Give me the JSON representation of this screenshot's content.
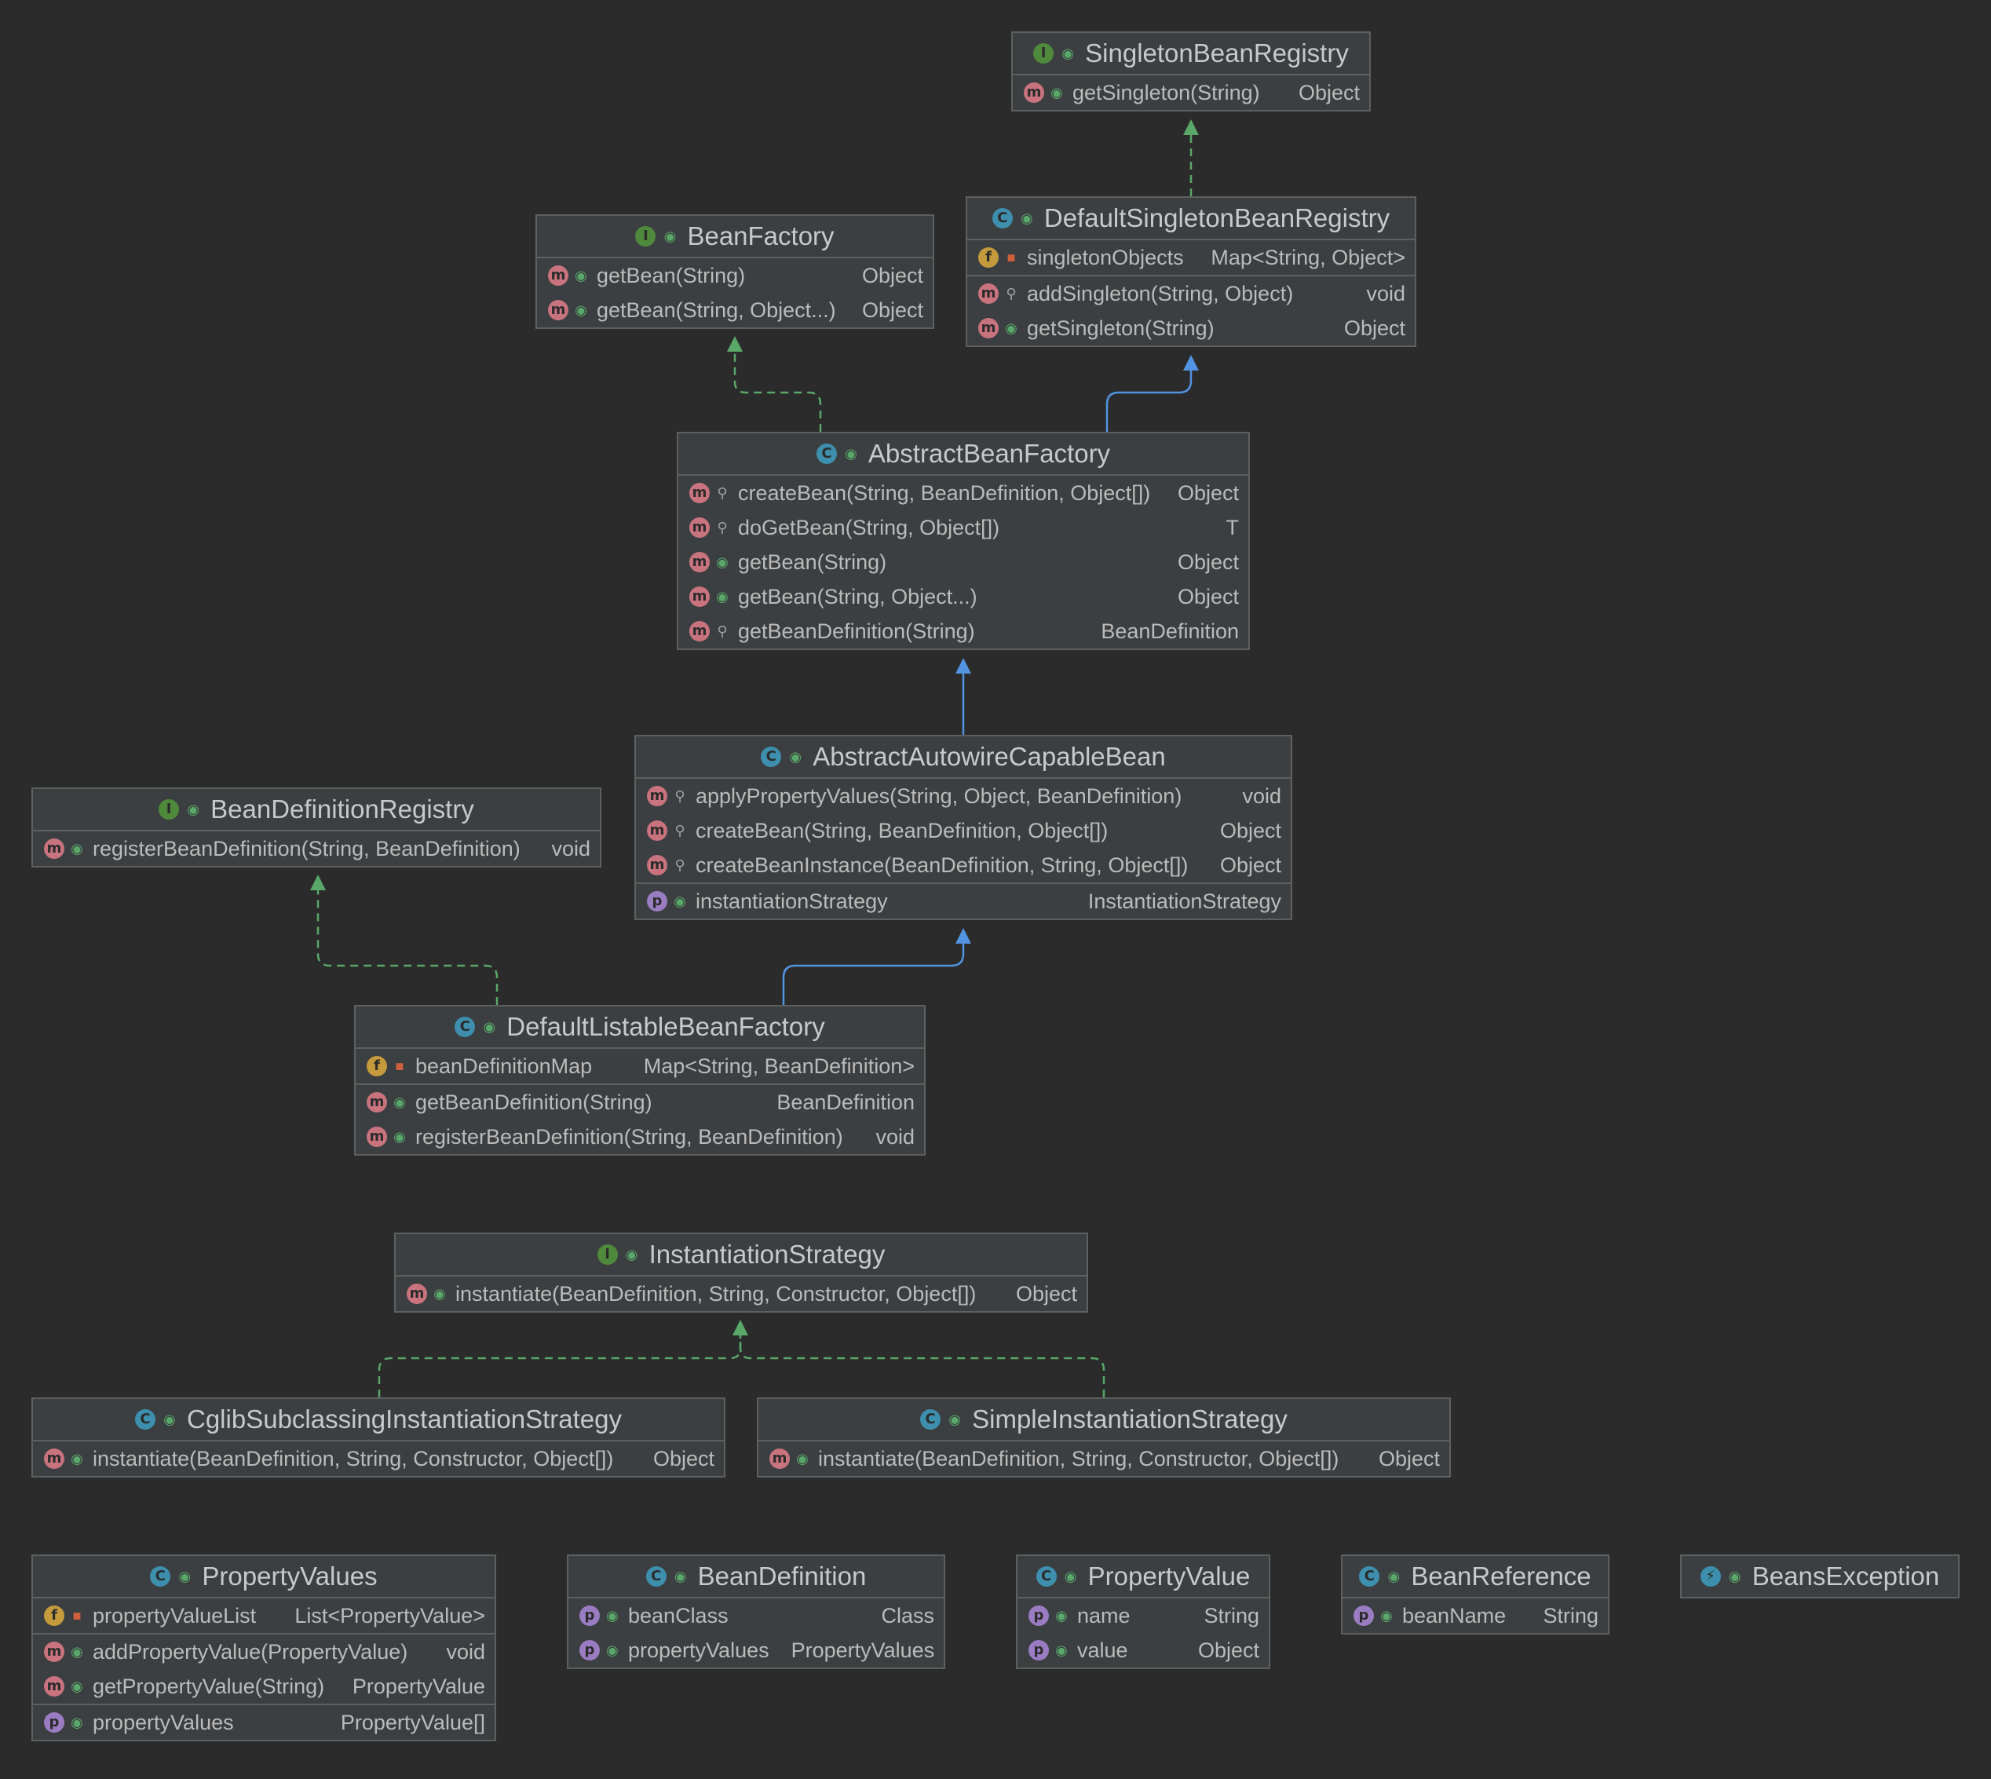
{
  "colors": {
    "background": "#2b2b2b",
    "box": "#3c3f41",
    "border": "#5e6060",
    "implements_edge": "#59a869",
    "extends_edge": "#5294e2",
    "method_icon": "#c8737e",
    "field_icon": "#c49a3c",
    "property_icon": "#9a7cc2",
    "class_icon": "#3d8fad",
    "interface_icon": "#4f8a3c"
  },
  "classes": {
    "singleton_registry": {
      "kind": "I",
      "name": "SingletonBeanRegistry",
      "members": [
        {
          "icon": "m",
          "vis": "pub",
          "name": "getSingleton(String)",
          "type": "Object"
        }
      ]
    },
    "bean_factory": {
      "kind": "I",
      "name": "BeanFactory",
      "members": [
        {
          "icon": "m",
          "vis": "pub",
          "name": "getBean(String)",
          "type": "Object"
        },
        {
          "icon": "m",
          "vis": "pub",
          "name": "getBean(String, Object...)",
          "type": "Object"
        }
      ]
    },
    "default_singleton_registry": {
      "kind": "C",
      "name": "DefaultSingletonBeanRegistry",
      "members": [
        {
          "icon": "f",
          "vis": "priv",
          "name": "singletonObjects",
          "type": "Map<String, Object>"
        },
        {
          "icon": "m",
          "vis": "prot",
          "name": "addSingleton(String, Object)",
          "type": "void"
        },
        {
          "icon": "m",
          "vis": "pub",
          "name": "getSingleton(String)",
          "type": "Object"
        }
      ]
    },
    "abstract_bean_factory": {
      "kind": "C",
      "name": "AbstractBeanFactory",
      "members": [
        {
          "icon": "m",
          "vis": "prot",
          "name": "createBean(String, BeanDefinition, Object[])",
          "type": "Object"
        },
        {
          "icon": "m",
          "vis": "prot",
          "name": "doGetBean(String, Object[])",
          "type": "T"
        },
        {
          "icon": "m",
          "vis": "pub",
          "name": "getBean(String)",
          "type": "Object"
        },
        {
          "icon": "m",
          "vis": "pub",
          "name": "getBean(String, Object...)",
          "type": "Object"
        },
        {
          "icon": "m",
          "vis": "prot",
          "name": "getBeanDefinition(String)",
          "type": "BeanDefinition"
        }
      ]
    },
    "abstract_autowire": {
      "kind": "C",
      "name": "AbstractAutowireCapableBean",
      "members": [
        {
          "icon": "m",
          "vis": "prot",
          "name": "applyPropertyValues(String, Object, BeanDefinition)",
          "type": "void"
        },
        {
          "icon": "m",
          "vis": "prot",
          "name": "createBean(String, BeanDefinition, Object[])",
          "type": "Object"
        },
        {
          "icon": "m",
          "vis": "prot",
          "name": "createBeanInstance(BeanDefinition, String, Object[])",
          "type": "Object"
        },
        {
          "icon": "p",
          "vis": "pub",
          "name": "instantiationStrategy",
          "type": "InstantiationStrategy"
        }
      ]
    },
    "bean_definition_registry": {
      "kind": "I",
      "name": "BeanDefinitionRegistry",
      "members": [
        {
          "icon": "m",
          "vis": "pub",
          "name": "registerBeanDefinition(String, BeanDefinition)",
          "type": "void"
        }
      ]
    },
    "default_listable": {
      "kind": "C",
      "name": "DefaultListableBeanFactory",
      "members": [
        {
          "icon": "f",
          "vis": "priv",
          "name": "beanDefinitionMap",
          "type": "Map<String, BeanDefinition>"
        },
        {
          "icon": "m",
          "vis": "pub",
          "name": "getBeanDefinition(String)",
          "type": "BeanDefinition"
        },
        {
          "icon": "m",
          "vis": "pub",
          "name": "registerBeanDefinition(String, BeanDefinition)",
          "type": "void"
        }
      ]
    },
    "instantiation_strategy": {
      "kind": "I",
      "name": "InstantiationStrategy",
      "members": [
        {
          "icon": "m",
          "vis": "pub",
          "name": "instantiate(BeanDefinition, String, Constructor, Object[])",
          "type": "Object"
        }
      ]
    },
    "cglib_strategy": {
      "kind": "C",
      "name": "CglibSubclassingInstantiationStrategy",
      "members": [
        {
          "icon": "m",
          "vis": "pub",
          "name": "instantiate(BeanDefinition, String, Constructor, Object[])",
          "type": "Object"
        }
      ]
    },
    "simple_strategy": {
      "kind": "C",
      "name": "SimpleInstantiationStrategy",
      "members": [
        {
          "icon": "m",
          "vis": "pub",
          "name": "instantiate(BeanDefinition, String, Constructor, Object[])",
          "type": "Object"
        }
      ]
    },
    "property_values": {
      "kind": "C",
      "name": "PropertyValues",
      "members": [
        {
          "icon": "f",
          "vis": "priv",
          "name": "propertyValueList",
          "type": "List<PropertyValue>"
        },
        {
          "icon": "m",
          "vis": "pub",
          "name": "addPropertyValue(PropertyValue)",
          "type": "void"
        },
        {
          "icon": "m",
          "vis": "pub",
          "name": "getPropertyValue(String)",
          "type": "PropertyValue"
        },
        {
          "icon": "p",
          "vis": "pub",
          "name": "propertyValues",
          "type": "PropertyValue[]"
        }
      ]
    },
    "bean_definition": {
      "kind": "C",
      "name": "BeanDefinition",
      "members": [
        {
          "icon": "p",
          "vis": "pub",
          "name": "beanClass",
          "type": "Class"
        },
        {
          "icon": "p",
          "vis": "pub",
          "name": "propertyValues",
          "type": "PropertyValues"
        }
      ]
    },
    "property_value": {
      "kind": "C",
      "name": "PropertyValue",
      "members": [
        {
          "icon": "p",
          "vis": "pub",
          "name": "name",
          "type": "String"
        },
        {
          "icon": "p",
          "vis": "pub",
          "name": "value",
          "type": "Object"
        }
      ]
    },
    "bean_reference": {
      "kind": "C",
      "name": "BeanReference",
      "members": [
        {
          "icon": "p",
          "vis": "pub",
          "name": "beanName",
          "type": "String"
        }
      ]
    },
    "beans_exception": {
      "kind": "E",
      "name": "BeansException",
      "members": []
    }
  },
  "edges": [
    {
      "from": "default_singleton_registry",
      "to": "singleton_registry",
      "kind": "implements"
    },
    {
      "from": "abstract_bean_factory",
      "to": "bean_factory",
      "kind": "implements"
    },
    {
      "from": "abstract_bean_factory",
      "to": "default_singleton_registry",
      "kind": "extends"
    },
    {
      "from": "abstract_autowire",
      "to": "abstract_bean_factory",
      "kind": "extends"
    },
    {
      "from": "default_listable",
      "to": "abstract_autowire",
      "kind": "extends"
    },
    {
      "from": "default_listable",
      "to": "bean_definition_registry",
      "kind": "implements"
    },
    {
      "from": "cglib_strategy",
      "to": "instantiation_strategy",
      "kind": "implements"
    },
    {
      "from": "simple_strategy",
      "to": "instantiation_strategy",
      "kind": "implements"
    }
  ]
}
